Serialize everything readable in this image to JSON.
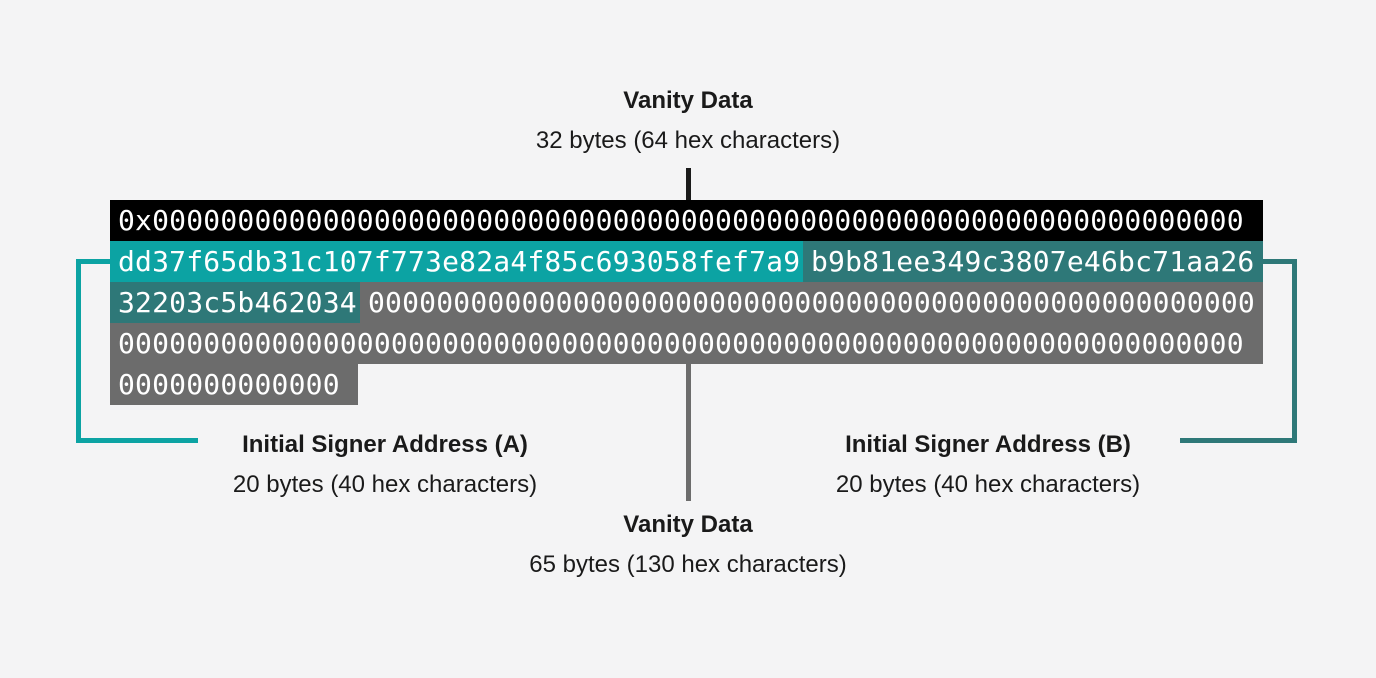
{
  "diagram": {
    "labels": {
      "vanity_top": {
        "title": "Vanity Data",
        "subtitle": "32 bytes (64 hex characters)"
      },
      "signer_a": {
        "title": "Initial Signer Address (A)",
        "subtitle": "20 bytes (40 hex characters)"
      },
      "signer_b": {
        "title": "Initial Signer Address (B)",
        "subtitle": "20 bytes (40 hex characters)"
      },
      "vanity_bottom": {
        "title": "Vanity Data",
        "subtitle": "65 bytes (130 hex characters)"
      }
    },
    "hex": {
      "prefix": "0x",
      "signer_a_address": "dd37f65db31c107f773e82a4f85c693058fef7a9",
      "signer_b_address": "b9b81ee349c3807e46bc71aa2632203c5b462034",
      "rows": [
        {
          "segments": [
            {
              "role": "prefix-and-vanity-zeros",
              "text": "0x0000000000000000000000000000000000000000000000000000000000000000"
            }
          ]
        },
        {
          "segments": [
            {
              "role": "signer-a",
              "text": "dd37f65db31c107f773e82a4f85c693058fef7a9"
            },
            {
              "role": "signer-b-part-1",
              "text": "b9b81ee349c3807e46bc71aa26"
            }
          ]
        },
        {
          "segments": [
            {
              "role": "signer-b-part-2",
              "text": "32203c5b462034"
            },
            {
              "role": "vanity-zero-padding",
              "text": "0000000000000000000000000000000000000000000000000000"
            }
          ]
        },
        {
          "segments": [
            {
              "role": "vanity-zero-padding",
              "text": "000000000000000000000000000000000000000000000000000000000000000000"
            }
          ]
        },
        {
          "segments": [
            {
              "role": "vanity-zero-padding",
              "text": "0000000000000"
            }
          ]
        }
      ]
    },
    "colors": {
      "background": "#f4f4f5",
      "row_black": "#000000",
      "signer_a": "#0ca3a3",
      "signer_b": "#2e7878",
      "padding_gray": "#6c6c6c",
      "hex_text": "#ffffff",
      "label_text": "#1a1a1a"
    }
  }
}
